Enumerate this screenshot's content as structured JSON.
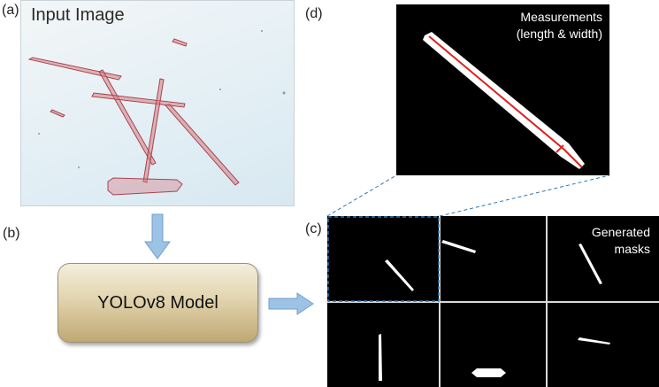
{
  "panels": {
    "a": {
      "label": "(a)",
      "title": "Input Image"
    },
    "b": {
      "label": "(b)",
      "model": "YOLOv8 Model"
    },
    "c": {
      "label": "(c)",
      "caption_line1": "Generated",
      "caption_line2": "masks"
    },
    "d": {
      "label": "(d)",
      "caption_line1": "Measurements",
      "caption_line2": "(length & width)"
    }
  },
  "colors": {
    "arrow_fill": "#9cc3e5",
    "arrow_stroke": "#6f9fcb",
    "fiber": "#c9646b",
    "measure_line": "#e0201e",
    "dashed": "#2e75b6",
    "grid_line": "#d9d9d9"
  }
}
